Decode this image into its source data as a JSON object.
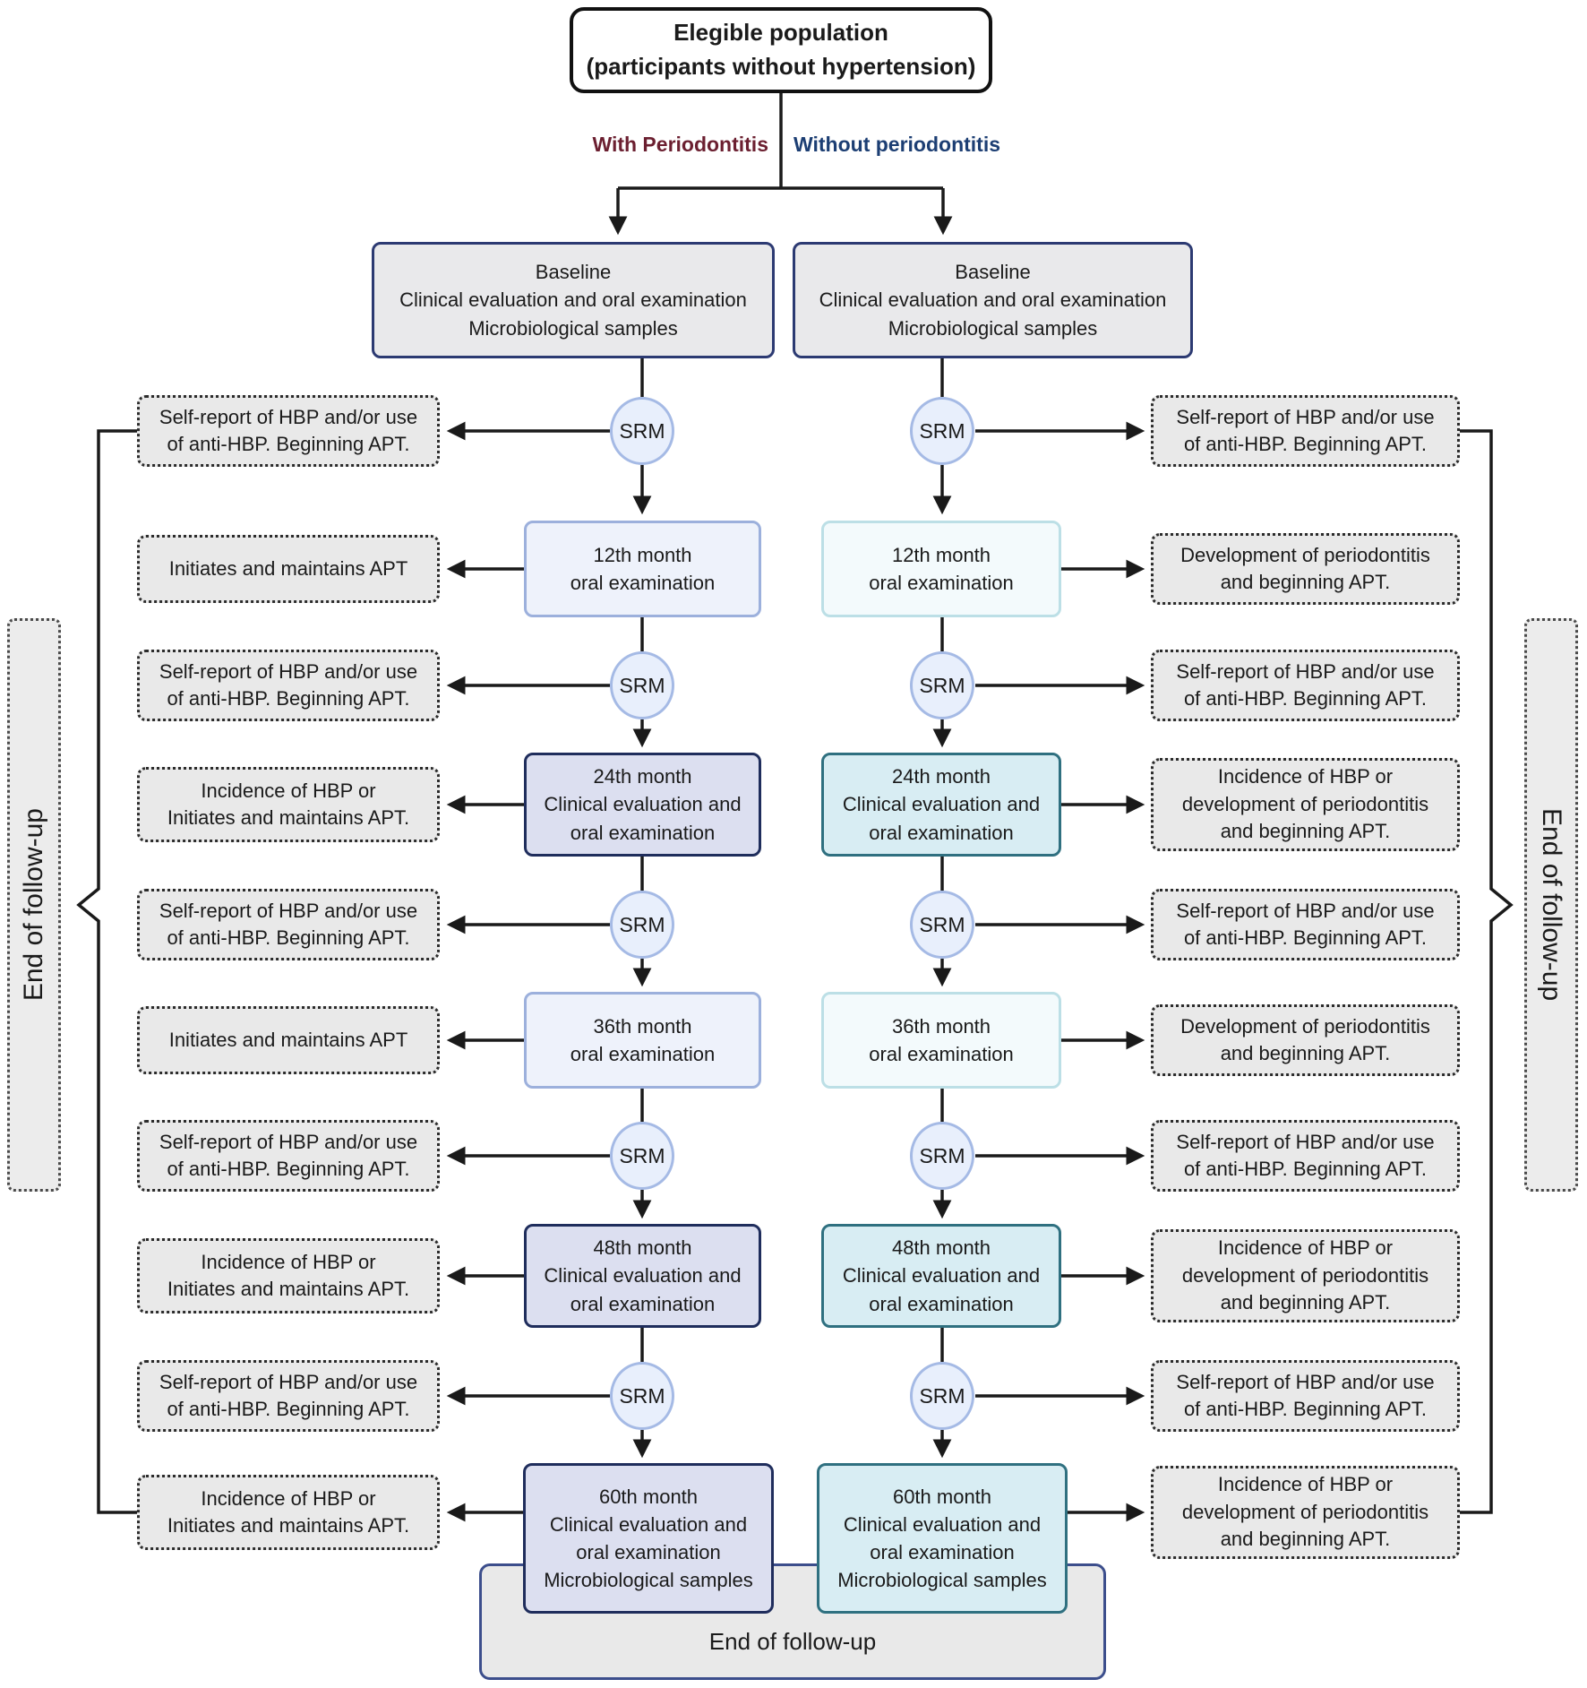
{
  "title": {
    "lines": [
      "Elegible population",
      "(participants without hypertension)"
    ]
  },
  "branch_labels": {
    "with": "With Periodontitis",
    "without": "Without periodontitis"
  },
  "srm_label": "SRM",
  "end_of_follow_up": "End of follow-up",
  "boxes": {
    "baseline": [
      "Baseline",
      "Clinical evaluation and oral examination",
      "Microbiological samples"
    ],
    "month12": [
      "12th month",
      "oral examination"
    ],
    "month24": [
      "24th month",
      "Clinical evaluation and",
      "oral examination"
    ],
    "month36": [
      "36th month",
      "oral examination"
    ],
    "month48": [
      "48th month",
      "Clinical evaluation and",
      "oral examination"
    ],
    "month60": [
      "60th month",
      "Clinical evaluation and",
      "oral examination",
      "Microbiological samples"
    ]
  },
  "side_notes": {
    "self_report": [
      "Self-report of HBP and/or use",
      "of anti-HBP. Beginning APT."
    ],
    "initiates": [
      "Initiates and maintains APT"
    ],
    "incidence_left": [
      "Incidence of HBP or",
      "Initiates and maintains APT."
    ],
    "development": [
      "Development of periodontitis",
      "and beginning APT."
    ],
    "incidence_right": [
      "Incidence of HBP or",
      "development of periodontitis",
      "and beginning APT."
    ]
  },
  "colors": {
    "line": "#1a1a1a",
    "with_periodontitis_label": "#6b1f30",
    "without_periodontitis_label": "#1c3e73",
    "baseline_fill": "#e9e9eb",
    "baseline_border": "#2c3a72",
    "left_light_fill": "#eef2fb",
    "left_light_border": "#9cb0dc",
    "right_light_fill": "#f3fafc",
    "right_light_border": "#bcdfe6",
    "left_dark_fill": "#dcdff0",
    "left_dark_border": "#1f2d5c",
    "right_dark_fill": "#d8edf3",
    "right_dark_border": "#2f7080",
    "srm_fill": "#e8effc",
    "srm_border": "#a5bae5",
    "note_fill": "#e9e9e9",
    "bottom_box_border": "#3c4e8c"
  }
}
